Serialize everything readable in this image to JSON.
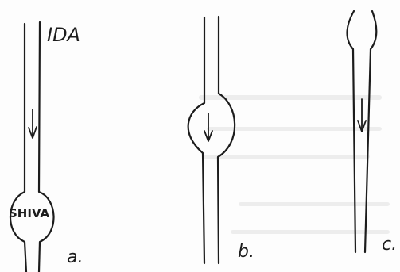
{
  "labels": {
    "ida": "IDA",
    "shiva": "SHIVA",
    "a": "a.",
    "b": "b.",
    "c": "c."
  },
  "colors": {
    "ink": "#1c1c1c",
    "paper": "#fdfdfd"
  }
}
